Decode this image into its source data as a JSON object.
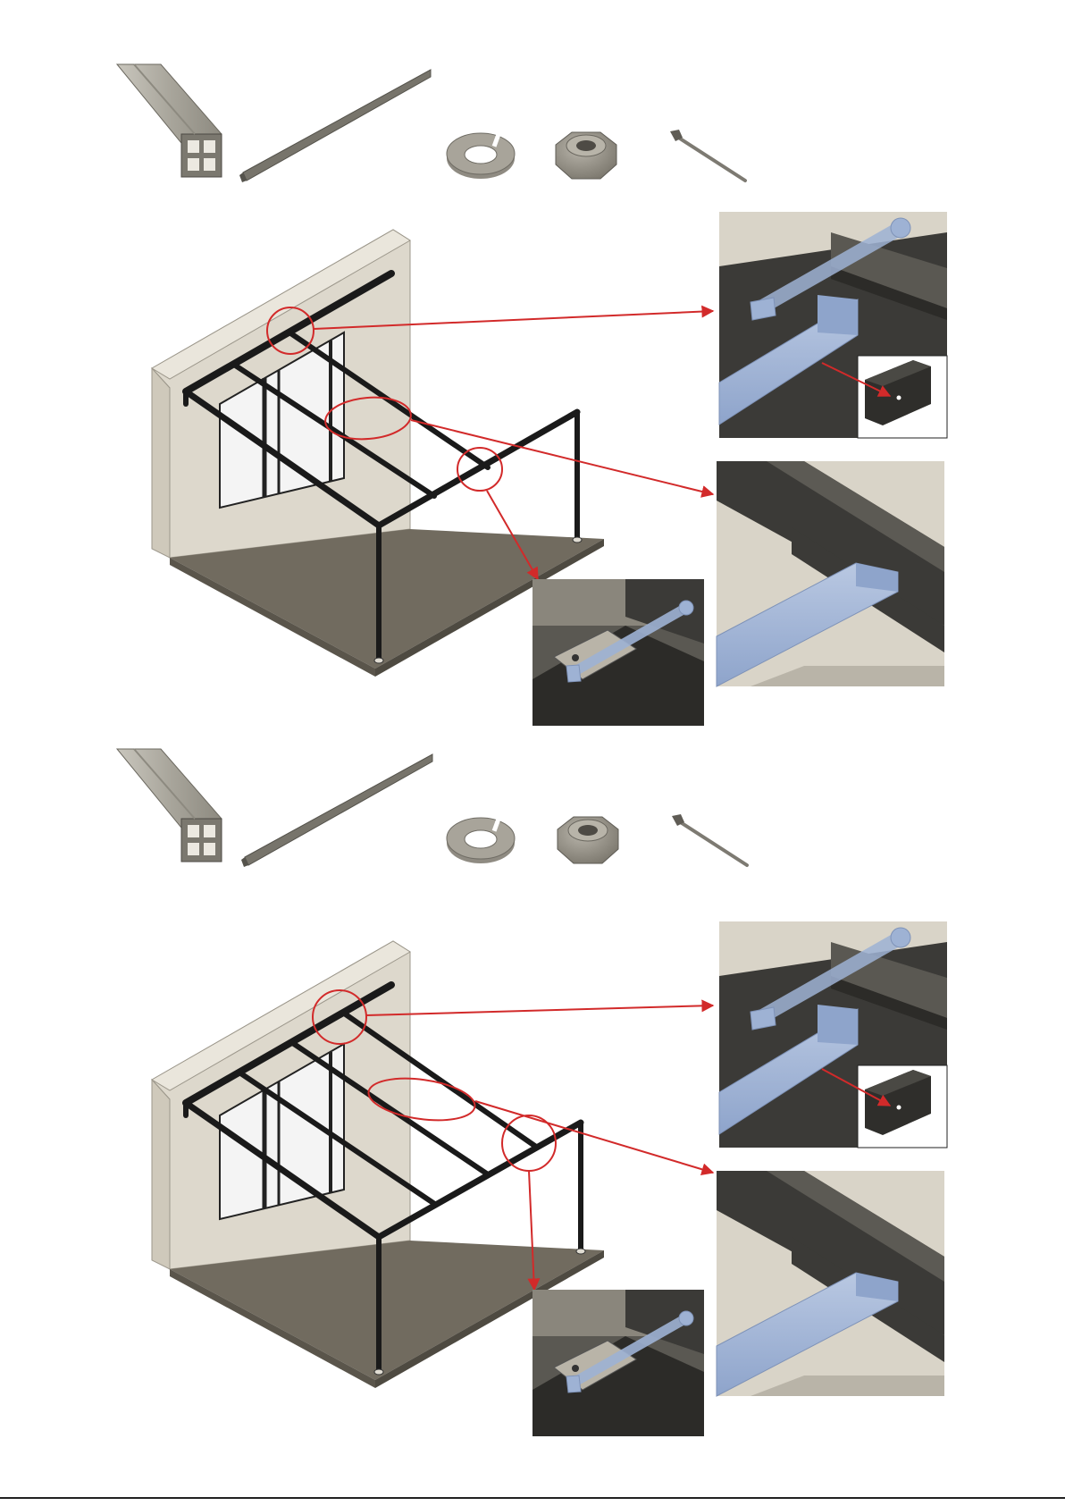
{
  "document": {
    "kind": "assembly-instruction-sheet",
    "steps": [
      {
        "parts": [
          "aluminum-extrusion-profile",
          "square-tube-bar",
          "spring-lock-washer",
          "hex-nut",
          "hex-bolt"
        ],
        "callouts": [
          "bolt-and-tube-at-wall-beam",
          "tube-end-into-front-beam",
          "bolt-at-corner-bracket"
        ],
        "crossbars": 3
      },
      {
        "parts": [
          "aluminum-extrusion-profile",
          "square-tube-bar",
          "spring-lock-washer",
          "hex-nut",
          "hex-bolt"
        ],
        "callouts": [
          "bolt-and-tube-at-wall-beam",
          "tube-end-into-front-beam",
          "bolt-at-corner-bracket"
        ],
        "crossbars": 4
      }
    ]
  },
  "colors": {
    "callout": "#d22a2a",
    "wall": "#ddd8cc",
    "wall_side": "#cfc9bb",
    "floor": "#716b5f",
    "floor_edge": "#5a554b",
    "frame": "#1a1a1a",
    "glass": "#f3f3f3",
    "detail_dark": "#3b3a37",
    "detail_light": "#d9d4c8",
    "highlight_tube": "#9eb2d4",
    "metal": "#8c8a82"
  }
}
